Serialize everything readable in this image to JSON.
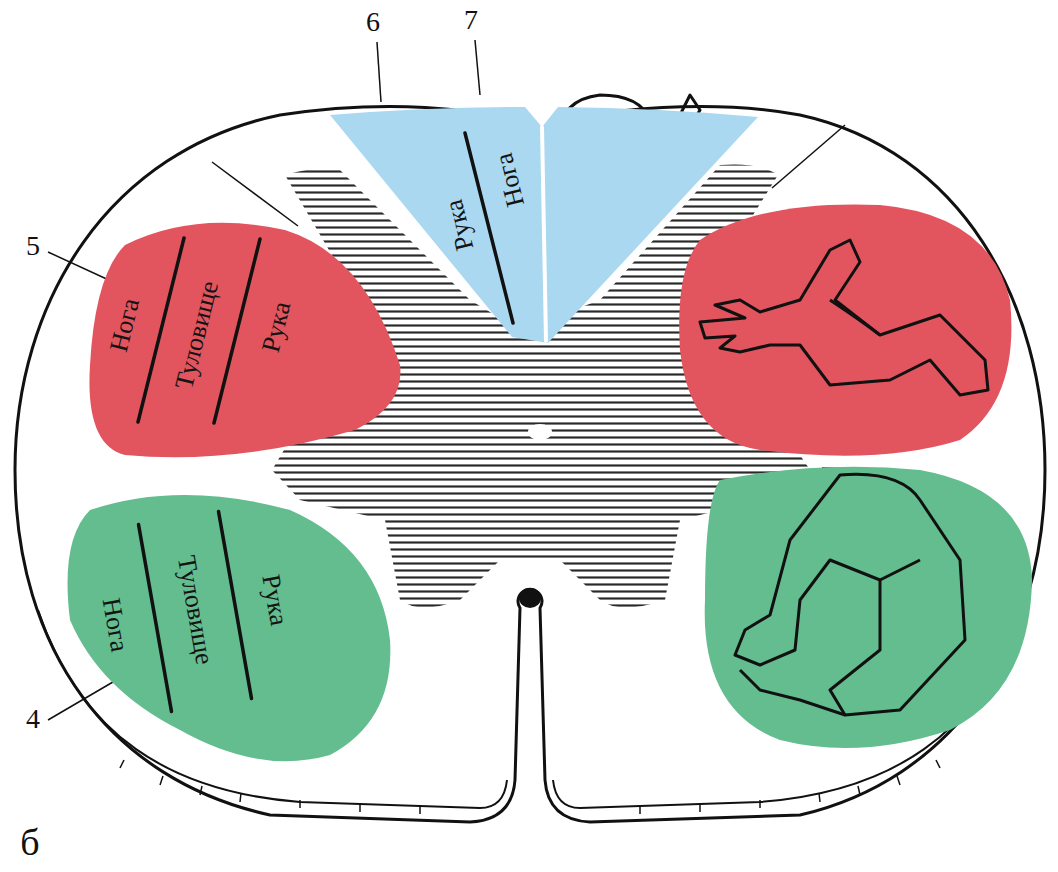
{
  "diagram": {
    "nodes": [
      {
        "text": [
          "Рука",
          "Нога"
        ]
      },
      {
        "text": [
          "Нога",
          "Туловище",
          "Рука"
        ]
      },
      {
        "text": [
          "Нога",
          "Туловище",
          "Рука"
        ]
      }
    ],
    "labels": [
      "6",
      "7",
      "5",
      "4",
      "б"
    ]
  }
}
